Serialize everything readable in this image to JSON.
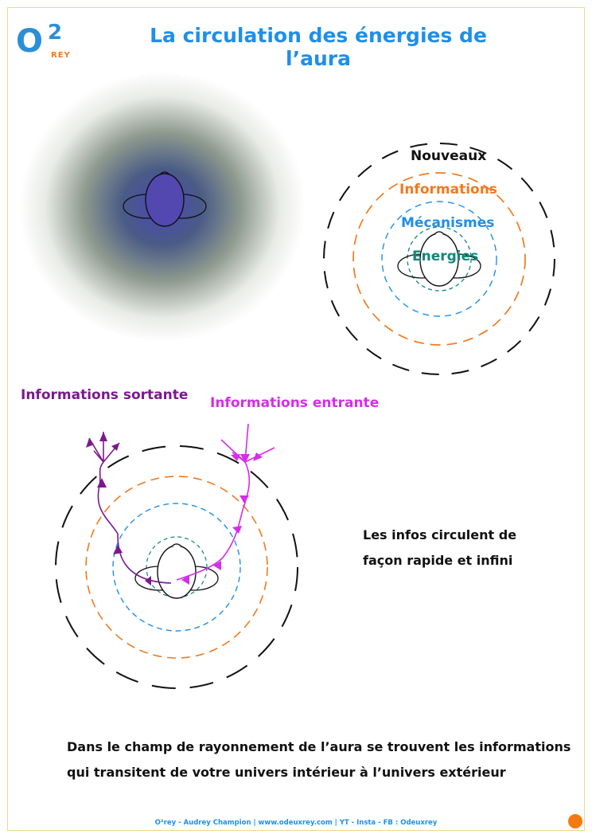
{
  "header": {
    "title": "La circulation des énergies de l’aura"
  },
  "logo": {
    "main": "O",
    "sup": "2",
    "sub": "REY"
  },
  "rings_diagram": {
    "labels": [
      "Nouveaux",
      "Informations",
      "Mécanismes",
      "Energies"
    ],
    "colors": [
      "#111111",
      "#f07a20",
      "#1f8fe8",
      "#14857a"
    ]
  },
  "flow_diagram": {
    "outgoing": "Informations sortante",
    "incoming": "Informations entrante",
    "outgoing_color": "#7a1a8c",
    "incoming_color": "#d42ee8"
  },
  "side_note": [
    "Les infos circulent de",
    "façon rapide et infini"
  ],
  "caption": [
    "Dans le champ de rayonnement de l’aura se trouvent les informations",
    "qui transitent de votre univers intérieur à l’univers extérieur"
  ],
  "footer": "O²rey - Audrey Champion | www.odeuxrey.com | YT - Insta - FB : Odeuxrey"
}
